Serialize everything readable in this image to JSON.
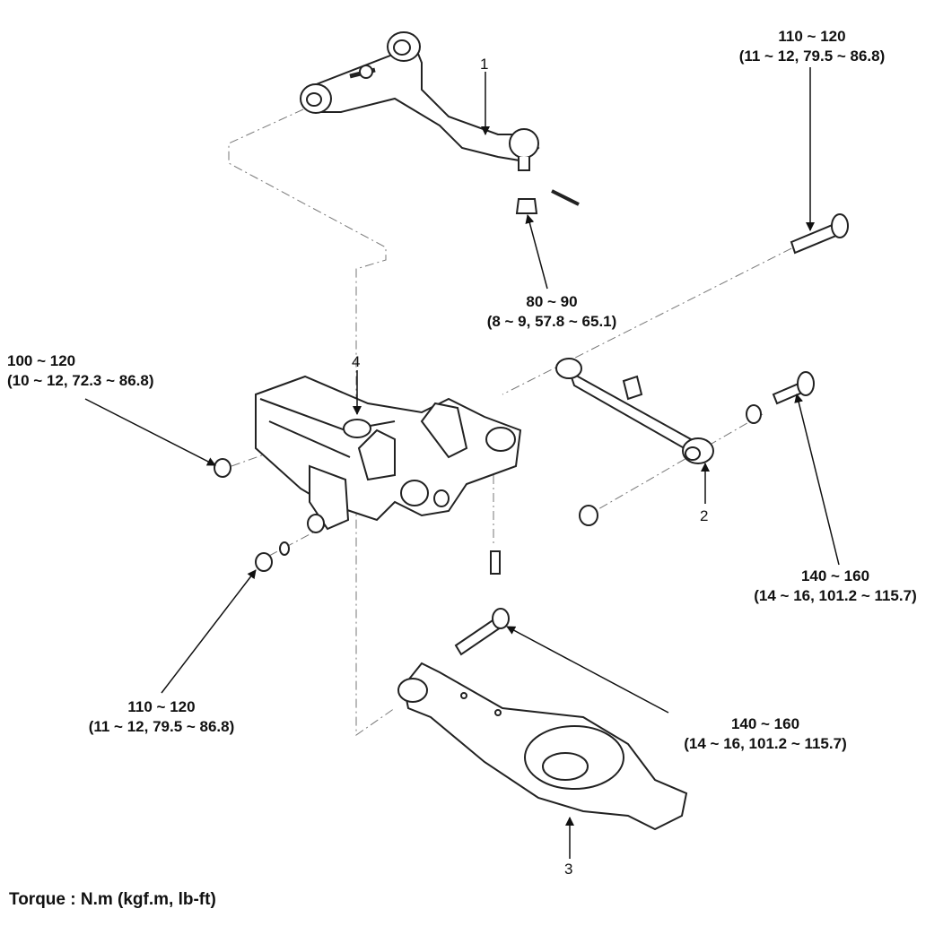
{
  "parts": {
    "p1": "1",
    "p2": "2",
    "p3": "3",
    "p4": "4"
  },
  "torques": {
    "t1": {
      "line1": "110 ~ 120",
      "line2": "(11 ~ 12, 79.5 ~ 86.8)"
    },
    "t2": {
      "line1": "80 ~ 90",
      "line2": "(8 ~ 9, 57.8 ~ 65.1)"
    },
    "t3": {
      "line1": "100 ~ 120",
      "line2": "(10 ~ 12, 72.3 ~ 86.8)"
    },
    "t4": {
      "line1": "140 ~ 160",
      "line2": "(14 ~ 16, 101.2 ~ 115.7)"
    },
    "t5": {
      "line1": "110 ~ 120",
      "line2": "(11 ~ 12, 79.5 ~ 86.8)"
    },
    "t6": {
      "line1": "140 ~ 160",
      "line2": "(14 ~ 16, 101.2 ~ 115.7)"
    }
  },
  "footer": {
    "torque_units": "Torque : N.m (kgf.m, lb-ft)"
  }
}
